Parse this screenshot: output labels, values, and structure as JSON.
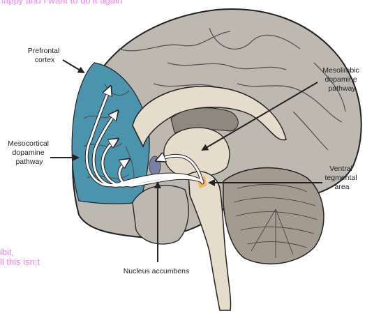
{
  "overlay_text": {
    "top": "happy and I want to do it again",
    "left_line1": "ibit,",
    "left_line2": "ll this isn;t"
  },
  "labels": {
    "prefrontal": [
      "Prefrontal",
      "cortex"
    ],
    "mesocortical": [
      "Mesocortical",
      "dopamine",
      "pathway"
    ],
    "mesolimbic": [
      "Mesolimbic",
      "dopamine",
      "pathway"
    ],
    "vta": [
      "Ventral",
      "tegmental",
      "area"
    ],
    "nucleus": "Nucleus accumbens"
  },
  "colors": {
    "cortex": "#bdb8b0",
    "prefrontal_region": "#4b94ad",
    "midline": "#e6dccb",
    "cerebellum": "#a39b8f",
    "arrow": "#ffffff",
    "outline": "#222222",
    "vta": "#f3b25e",
    "nucleus_accumbens": "#7a7fa8"
  }
}
